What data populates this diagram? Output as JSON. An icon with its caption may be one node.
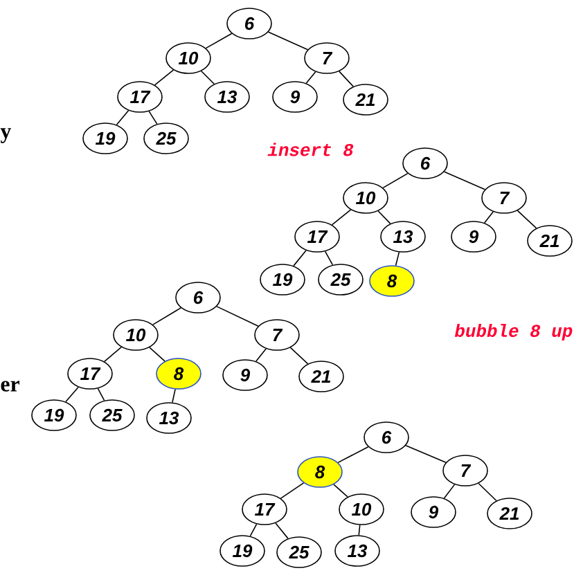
{
  "diagram": {
    "nodes": [
      {
        "text": [
          "6"
        ]
      },
      {
        "text": [
          "10"
        ]
      },
      {
        "text": [
          "7"
        ]
      },
      {
        "text": [
          "17"
        ]
      },
      {
        "text": [
          "13"
        ]
      },
      {
        "text": [
          "9"
        ]
      },
      {
        "text": [
          "21"
        ]
      },
      {
        "text": [
          "19"
        ]
      },
      {
        "text": [
          "25"
        ]
      },
      {
        "text": [
          "6"
        ]
      },
      {
        "text": [
          "10"
        ]
      },
      {
        "text": [
          "7"
        ]
      },
      {
        "text": [
          "17"
        ]
      },
      {
        "text": [
          "13"
        ]
      },
      {
        "text": [
          "9"
        ]
      },
      {
        "text": [
          "21"
        ]
      },
      {
        "text": [
          "19"
        ]
      },
      {
        "text": [
          "25"
        ]
      },
      {
        "text": [
          "8"
        ]
      },
      {
        "text": [
          "6"
        ]
      },
      {
        "text": [
          "10"
        ]
      },
      {
        "text": [
          "7"
        ]
      },
      {
        "text": [
          "17"
        ]
      },
      {
        "text": [
          "8"
        ]
      },
      {
        "text": [
          "9"
        ]
      },
      {
        "text": [
          "21"
        ]
      },
      {
        "text": [
          "19"
        ]
      },
      {
        "text": [
          "25"
        ]
      },
      {
        "text": [
          "13"
        ]
      },
      {
        "text": [
          "6"
        ]
      },
      {
        "text": [
          "8"
        ]
      },
      {
        "text": [
          "7"
        ]
      },
      {
        "text": [
          "17"
        ]
      },
      {
        "text": [
          "10"
        ]
      },
      {
        "text": [
          "9"
        ]
      },
      {
        "text": [
          "21"
        ]
      },
      {
        "text": [
          "19"
        ]
      },
      {
        "text": [
          "25"
        ]
      },
      {
        "text": [
          "13"
        ]
      }
    ],
    "edges": [
      {
        "from": 0,
        "to": 1,
        "arrow": "none"
      },
      {
        "from": 0,
        "to": 2,
        "arrow": "none"
      },
      {
        "from": 1,
        "to": 3,
        "arrow": "none"
      },
      {
        "from": 1,
        "to": 4,
        "arrow": "none"
      },
      {
        "from": 2,
        "to": 5,
        "arrow": "none"
      },
      {
        "from": 2,
        "to": 6,
        "arrow": "none"
      },
      {
        "from": 3,
        "to": 7,
        "arrow": "none"
      },
      {
        "from": 3,
        "to": 8,
        "arrow": "none"
      },
      {
        "from": 9,
        "to": 10,
        "arrow": "none"
      },
      {
        "from": 9,
        "to": 11,
        "arrow": "none"
      },
      {
        "from": 10,
        "to": 12,
        "arrow": "none"
      },
      {
        "from": 10,
        "to": 13,
        "arrow": "none"
      },
      {
        "from": 11,
        "to": 14,
        "arrow": "none"
      },
      {
        "from": 11,
        "to": 15,
        "arrow": "none"
      },
      {
        "from": 12,
        "to": 16,
        "arrow": "none"
      },
      {
        "from": 12,
        "to": 17,
        "arrow": "none"
      },
      {
        "from": 13,
        "to": 18,
        "arrow": "none"
      },
      {
        "from": 19,
        "to": 20,
        "arrow": "none"
      },
      {
        "from": 19,
        "to": 21,
        "arrow": "none"
      },
      {
        "from": 20,
        "to": 22,
        "arrow": "none"
      },
      {
        "from": 20,
        "to": 23,
        "arrow": "none"
      },
      {
        "from": 21,
        "to": 24,
        "arrow": "none"
      },
      {
        "from": 21,
        "to": 25,
        "arrow": "none"
      },
      {
        "from": 22,
        "to": 26,
        "arrow": "none"
      },
      {
        "from": 22,
        "to": 27,
        "arrow": "none"
      },
      {
        "from": 23,
        "to": 28,
        "arrow": "none"
      },
      {
        "from": 29,
        "to": 30,
        "arrow": "none"
      },
      {
        "from": 29,
        "to": 31,
        "arrow": "none"
      },
      {
        "from": 30,
        "to": 32,
        "arrow": "none"
      },
      {
        "from": 30,
        "to": 33,
        "arrow": "none"
      },
      {
        "from": 31,
        "to": 34,
        "arrow": "none"
      },
      {
        "from": 31,
        "to": 35,
        "arrow": "none"
      },
      {
        "from": 32,
        "to": 36,
        "arrow": "none"
      },
      {
        "from": 32,
        "to": 37,
        "arrow": "none"
      },
      {
        "from": 33,
        "to": 38,
        "arrow": "none"
      }
    ],
    "labels": [
      "y",
      "insert 8",
      "bubble 8 up",
      "er"
    ]
  }
}
